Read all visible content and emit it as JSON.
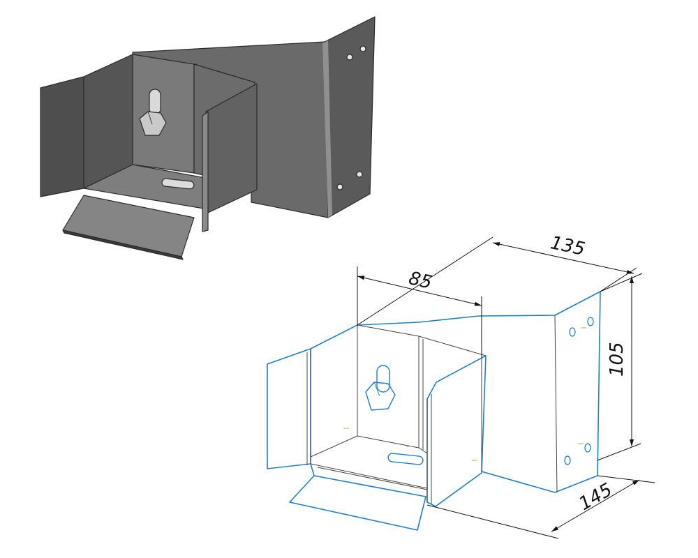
{
  "figure": {
    "colors": {
      "shaded_face": "#6e6e6e",
      "shaded_face_dark": "#4a4a4a",
      "shaded_face_light": "#8a8a8a",
      "shaded_edge": "#2a2a2a",
      "wire_outer": "#1f7fcf",
      "wire_inner": "#444444",
      "dimension_line": "#111111"
    }
  },
  "dimensions": {
    "width_top": "135",
    "width_box": "85",
    "height": "105",
    "depth": "145"
  }
}
